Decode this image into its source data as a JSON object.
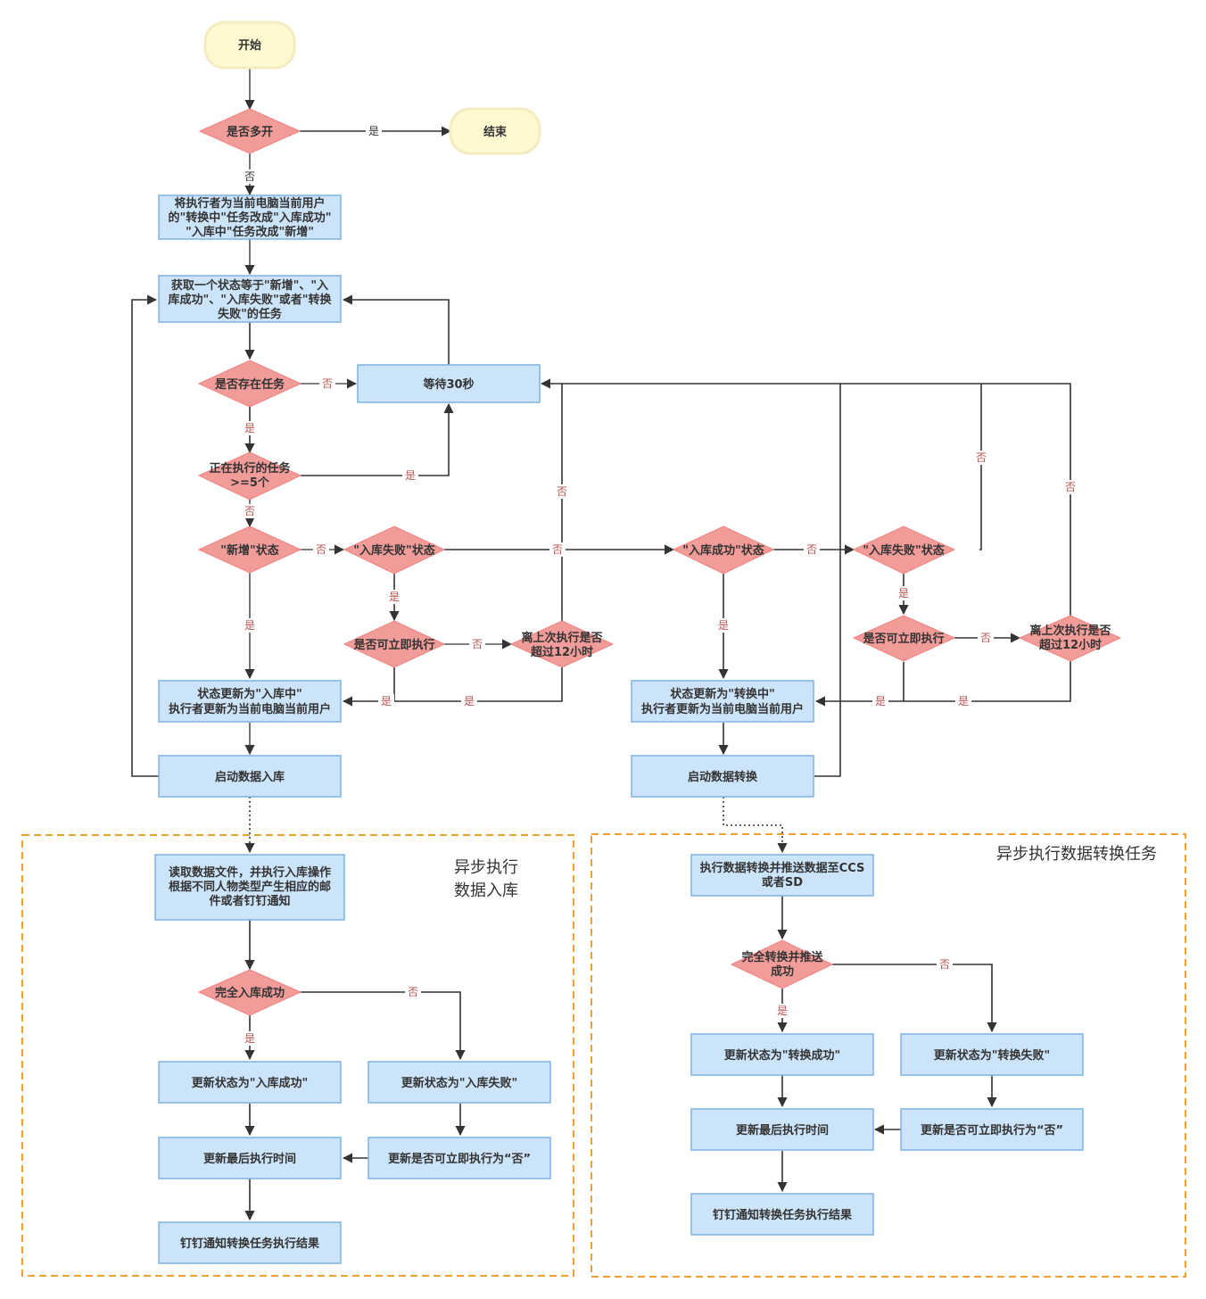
{
  "nodes": {
    "start": "开始",
    "multi_open": "是否多开",
    "end": "结束",
    "reset": [
      "将执行者为当前电脑当前用户",
      "的\"转换中\"任务改成\"入库成功\"",
      "\"入库中\"任务改成\"新增\""
    ],
    "fetch": [
      "获取一个状态等于\"新增\"、\"入",
      "库成功\"、\"入库失败\"或者\"转换",
      "失败\"的任务"
    ],
    "has_task": "是否存在任务",
    "wait": "等待30秒",
    "running": [
      "正在执行的任务",
      ">=5个"
    ],
    "is_new": "\"新增\"状态",
    "import_fail_l": "\"入库失败\"状态",
    "can_run_l": "是否可立即执行",
    "over12_l": [
      "离上次执行是否",
      "超过12小时"
    ],
    "update_importing": [
      "状态更新为\"入库中\"",
      "执行者更新为当前电脑当前用户"
    ],
    "start_import": "启动数据入库",
    "import_ok_state": "\"入库成功\"状态",
    "convert_fail_state": "\"入库失败\"状态",
    "can_run_r": "是否可立即执行",
    "over12_r": [
      "离上次执行是否",
      "超过12小时"
    ],
    "update_converting": [
      "状态更新为\"转换中\"",
      "执行者更新为当前电脑当前用户"
    ],
    "start_convert": "启动数据转换",
    "read_file": [
      "读取数据文件，并执行入库操作",
      "根据不同人物类型产生相应的邮",
      "件或者钉钉通知"
    ],
    "full_import": "完全入库成功",
    "set_import_ok": "更新状态为\"入库成功\"",
    "set_import_fail": "更新状态为\"入库失败\"",
    "update_time_l": "更新最后执行时间",
    "set_no_l": "更新是否可立即执行为“否”",
    "notify_l": "钉钉通知转换任务执行结果",
    "exec_convert": [
      "执行数据转换并推送数据至CCS",
      "或者SD"
    ],
    "full_convert": [
      "完全转换并推送",
      "成功"
    ],
    "set_convert_ok": "更新状态为\"转换成功\"",
    "set_convert_fail": "更新状态为\"转换失败\"",
    "update_time_r": "更新最后执行时间",
    "set_no_r": "更新是否可立即执行为“否”",
    "notify_r": "钉钉通知转换任务执行结果"
  },
  "groups": {
    "import_title": [
      "异步执行",
      "数据入库"
    ],
    "convert_title": "异步执行数据转换任务"
  },
  "labels": {
    "yes": "是",
    "no": "否"
  },
  "colors": {
    "process_fill": "#cce4f9",
    "decision_fill": "#f19c99",
    "terminal_fill": "#fff8d0",
    "group_border": "#f0a030",
    "label_red": "#b85450"
  }
}
